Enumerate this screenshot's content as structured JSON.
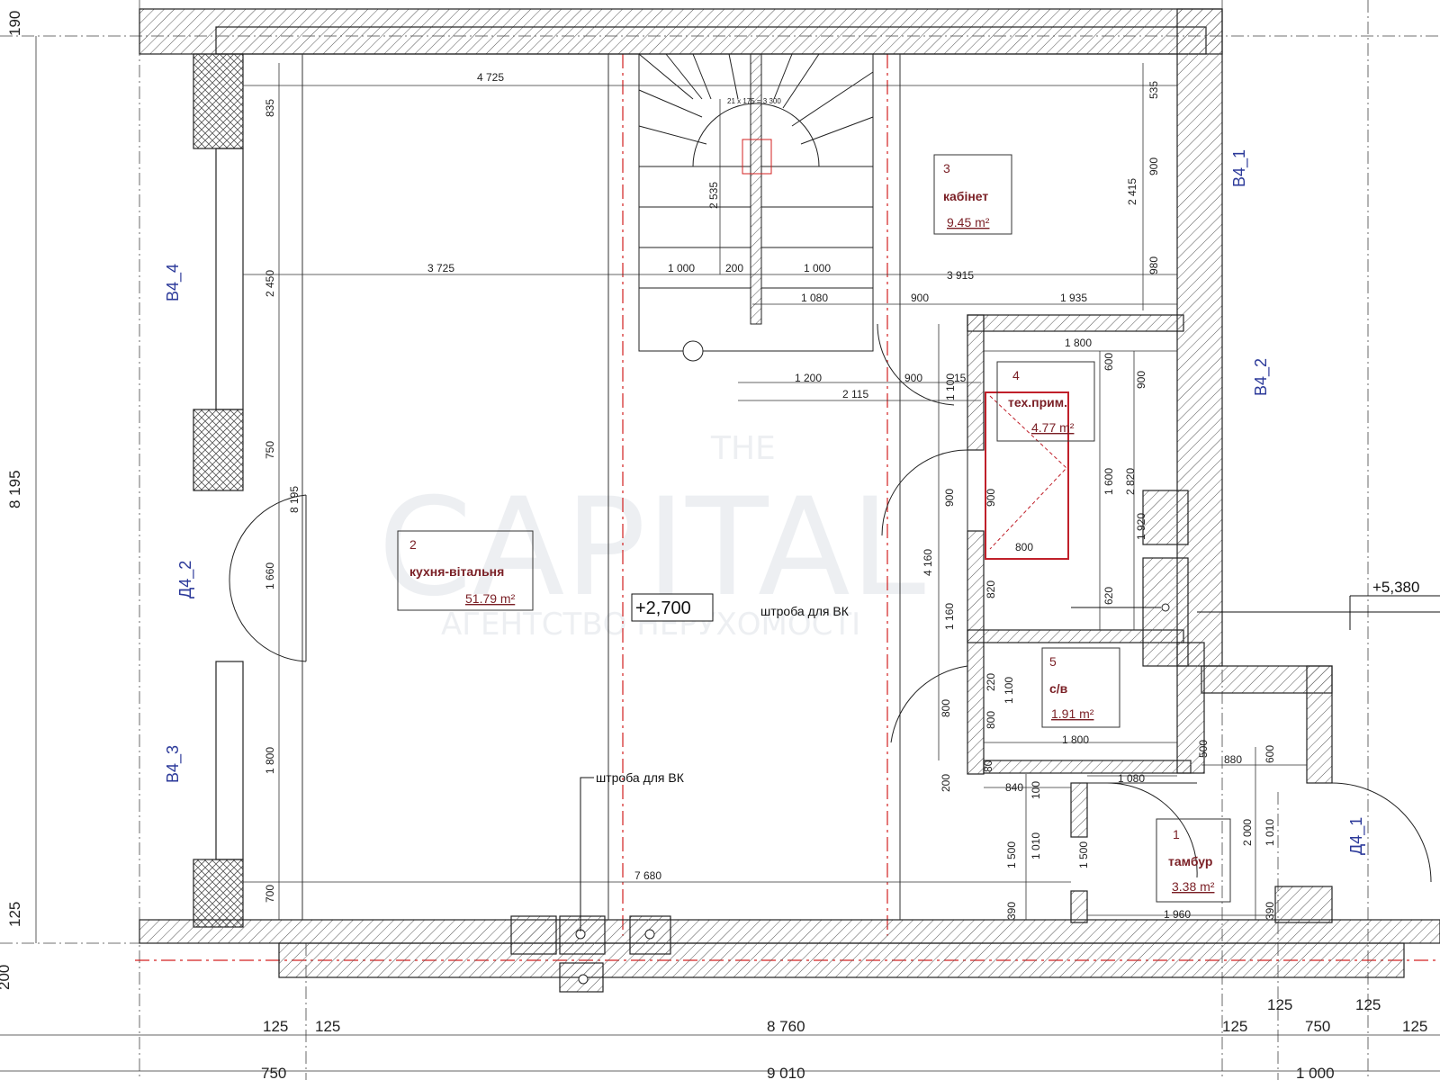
{
  "rooms": [
    {
      "num": "1",
      "name": "тамбур",
      "area": "3.38 m²"
    },
    {
      "num": "2",
      "name": "кухня-вітальня",
      "area": "51.79 m²"
    },
    {
      "num": "3",
      "name": "кабінет",
      "area": "9.45 m²"
    },
    {
      "num": "4",
      "name": "тех.прим.",
      "area": "4.77 m²"
    },
    {
      "num": "5",
      "name": "с/в",
      "area": "1.91 m²"
    }
  ],
  "windows": {
    "w4_4": "В4_4",
    "w4_3": "В4_3",
    "w4_1": "В4_1",
    "w4_2": "В4_2"
  },
  "doors": {
    "d4_2": "Д4_2",
    "d4_1": "Д4_1"
  },
  "levels": {
    "floor": "+2,700",
    "upper": "+5,380"
  },
  "notes": {
    "chase_a": "штроба для ВК",
    "chase_b": "штроба для ВК"
  },
  "stairs_note": "21 x 175 = 3 300",
  "watermark": {
    "line1": "THE",
    "line2": "CAPITAL",
    "line3": "АГЕНТСТВО НЕРУХОМОСТІ"
  },
  "dims": {
    "top_4725": "4 725",
    "d_835": "835",
    "d_2535": "2 535",
    "d_2450": "2 450",
    "d_3725": "3 725",
    "d_1000a": "1 000",
    "d_200": "200",
    "d_1000b": "1 000",
    "d_3915": "3 915",
    "d_1080": "1 080",
    "d_900a": "900",
    "d_1935": "1 935",
    "d_535": "535",
    "d_900b": "900",
    "d_2415": "2 415",
    "d_980": "980",
    "d_1800a": "1 800",
    "d_600": "600",
    "d_900c": "900",
    "d_1200": "1 200",
    "d_900d": "900",
    "d_1100a": "1 100",
    "d_15": "15",
    "d_2115": "2 115",
    "d_750": "750",
    "d_8195v": "8 195",
    "d_1660": "1 660",
    "d_1800v": "1 800",
    "d_700": "700",
    "d_7680": "7 680",
    "d_900e": "900",
    "d_900f": "900",
    "d_4160": "4 160",
    "d_1600": "1 600",
    "d_2820": "2 820",
    "d_1920": "1 920",
    "d_800a": "800",
    "d_620": "620",
    "d_820": "820",
    "d_1160": "1 160",
    "d_220": "220",
    "d_1100b": "1 100",
    "d_800b": "800",
    "d_800c": "800",
    "d_1800b": "1 800",
    "d_200b": "200",
    "d_80": "80",
    "d_840": "840",
    "d_100": "100",
    "d_1080b": "1 080",
    "d_500": "500",
    "d_880": "880",
    "d_600b": "600",
    "d_1500a": "1 500",
    "d_1010a": "1 010",
    "d_1500b": "1 500",
    "d_2000": "2 000",
    "d_1010b": "1 010",
    "d_390a": "390",
    "d_1960": "1 960",
    "d_390b": "390",
    "d_190": "190",
    "d_8195": "8 195",
    "d_125l": "125",
    "d_200l": "200",
    "b_125a": "125",
    "b_125b": "125",
    "b_8760": "8 760",
    "b_125c": "125",
    "b_125d": "125",
    "b_750": "750",
    "b_125e": "125",
    "b_125f": "125",
    "b_750b": "750",
    "b_9010": "9 010",
    "b_1000": "1 000"
  },
  "colors": {
    "wall_fill": "#ffffff",
    "hatch": "#444444",
    "room_label": "#7a1f25",
    "window_tag": "#2c3a9a",
    "axis_red": "#d32020",
    "tech_room": "#c0202a"
  }
}
